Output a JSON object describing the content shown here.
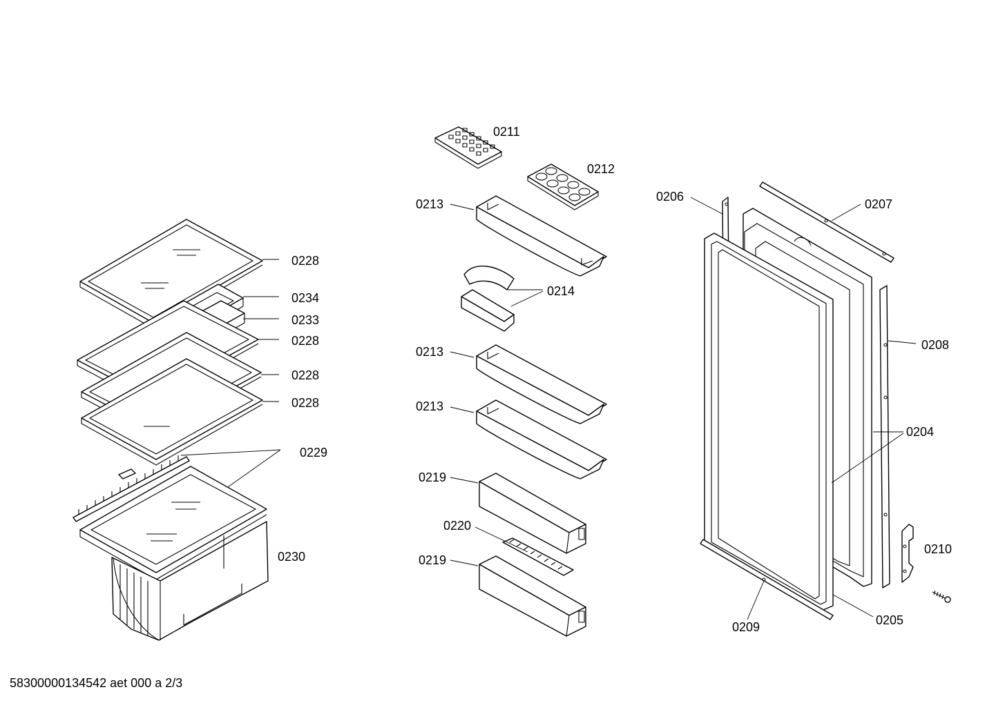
{
  "diagram": {
    "parts": {
      "p0211": "0211",
      "p0212": "0212",
      "p0213a": "0213",
      "p0213b": "0213",
      "p0213c": "0213",
      "p0214": "0214",
      "p0219a": "0219",
      "p0219b": "0219",
      "p0220": "0220",
      "p0228a": "0228",
      "p0228b": "0228",
      "p0228c": "0228",
      "p0228d": "0228",
      "p0234": "0234",
      "p0233": "0233",
      "p0229": "0229",
      "p0230": "0230",
      "p0206": "0206",
      "p0207": "0207",
      "p0208": "0208",
      "p0204": "0204",
      "p0210": "0210",
      "p0209": "0209",
      "p0205": "0205"
    },
    "footer": "58300000134542 aet 000 a 2/3"
  }
}
